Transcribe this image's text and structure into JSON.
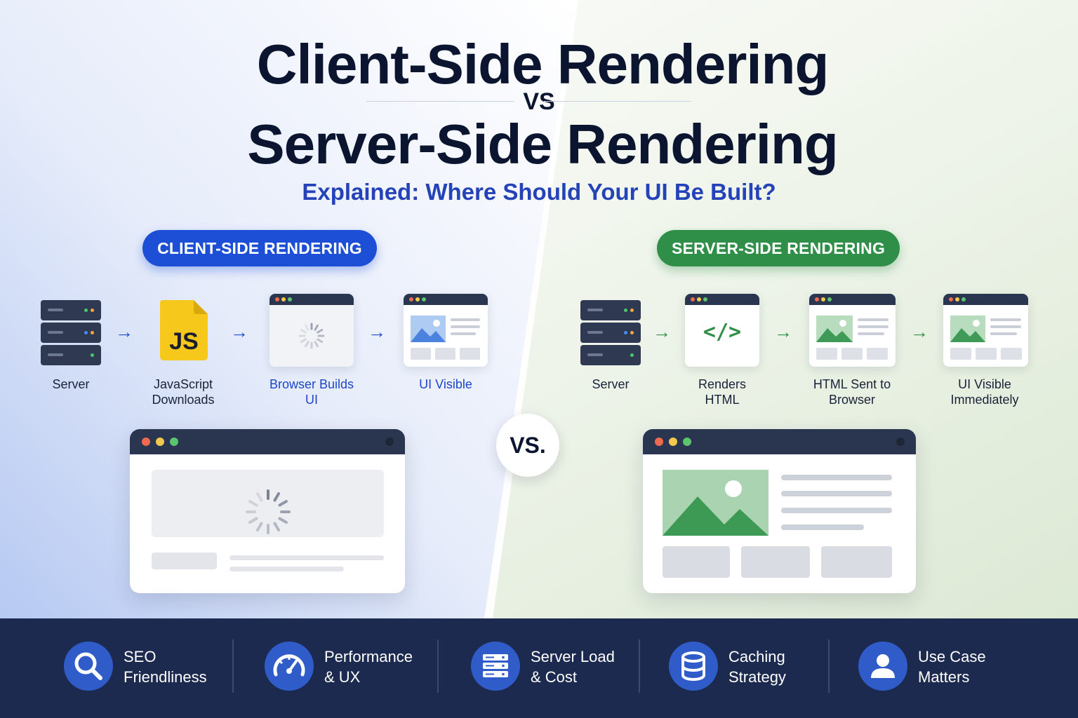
{
  "header": {
    "title_line1": "Client-Side Rendering",
    "vs": "VS",
    "title_line2": "Server-Side Rendering",
    "subtitle": "Explained: Where Should Your UI Be Built?"
  },
  "csr": {
    "pill": "CLIENT-SIDE RENDERING",
    "steps": [
      {
        "label": "Server",
        "icon": "server-icon"
      },
      {
        "label": "JavaScript\nDownloads",
        "icon": "javascript-file-icon",
        "badge": "JS"
      },
      {
        "label": "Browser Builds\nUI",
        "icon": "loading-browser-icon"
      },
      {
        "label": "UI Visible",
        "icon": "rendered-page-icon"
      }
    ]
  },
  "ssr": {
    "pill": "SERVER-SIDE RENDERING",
    "steps": [
      {
        "label": "Server",
        "icon": "server-icon"
      },
      {
        "label": "Renders\nHTML",
        "icon": "code-window-icon",
        "badge": "</>"
      },
      {
        "label": "HTML Sent to\nBrowser",
        "icon": "html-page-icon"
      },
      {
        "label": "UI Visible\nImmediately",
        "icon": "rendered-page-icon"
      }
    ]
  },
  "vs_badge": "VS.",
  "footer": {
    "items": [
      {
        "label": "SEO\nFriendliness",
        "icon": "search-icon"
      },
      {
        "label": "Performance\n& UX",
        "icon": "speedometer-icon"
      },
      {
        "label": "Server Load\n& Cost",
        "icon": "server-stack-icon"
      },
      {
        "label": "Caching\nStrategy",
        "icon": "database-icon"
      },
      {
        "label": "Use Case\nMatters",
        "icon": "user-icon"
      }
    ]
  },
  "colors": {
    "csr_accent": "#1d4fd6",
    "ssr_accent": "#2f8f48",
    "title": "#0b1530",
    "footer_bg": "#1b2a4e"
  }
}
